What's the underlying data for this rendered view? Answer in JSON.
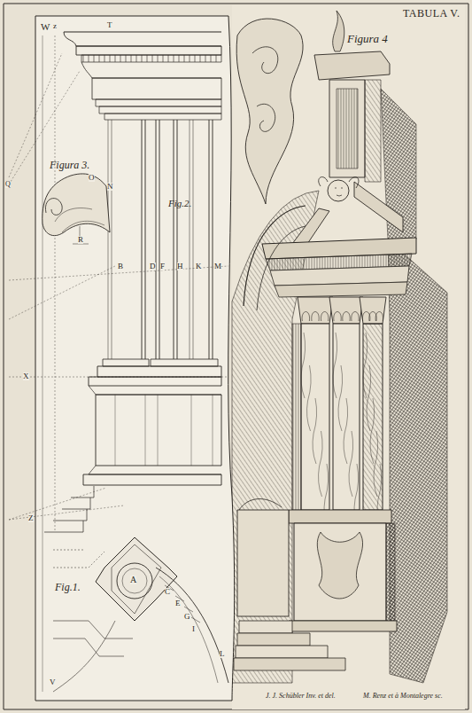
{
  "diagram": {
    "title": "TABULA V.",
    "labels": [
      "W",
      "z",
      "T",
      "Figura 3.",
      "O",
      "N",
      "Q",
      "R",
      "Fig.2.",
      "B",
      "D",
      "F",
      "H",
      "K",
      "M",
      "X",
      "Z",
      "A",
      "C",
      "E",
      "G",
      "I",
      "L",
      "Fig.1.",
      "V",
      "Figura 4",
      "J. J. Schübler Inv. et del.",
      "M. Renz et à Montalegre sc."
    ]
  }
}
